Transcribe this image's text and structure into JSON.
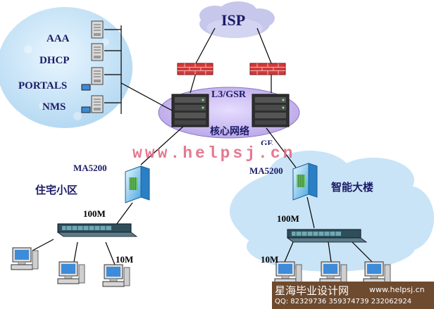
{
  "labels": {
    "isp": "ISP",
    "aaa": "AAA",
    "dhcp": "DHCP",
    "portals": "PORTALS",
    "nms": "NMS",
    "l3gsr": "L3/GSR",
    "core": "核心网络",
    "ma_left": "MA5200",
    "ma_right": "MA5200",
    "residential": "住宅小区",
    "building": "智能大楼",
    "link_left_100m": "100M",
    "link_right_100m": "100M",
    "link_left_10m": "10M",
    "link_right_10m": "10M",
    "watermark": "www.helpsj.cn",
    "partial_text": "GE"
  },
  "footer": {
    "brand": "星海毕业设计网",
    "url": "www.helpsj.cn",
    "qq": "QQ: 82329736  359374739  232062924"
  },
  "colors": {
    "cloud_blue": "#c9e4f7",
    "core_ellipse": "#c8b8ec",
    "firewall_red": "#d23a3a",
    "footer_bg": "#6e4a2e",
    "label_navy": "#1b1b66",
    "watermark_pink": "#e36a86"
  }
}
